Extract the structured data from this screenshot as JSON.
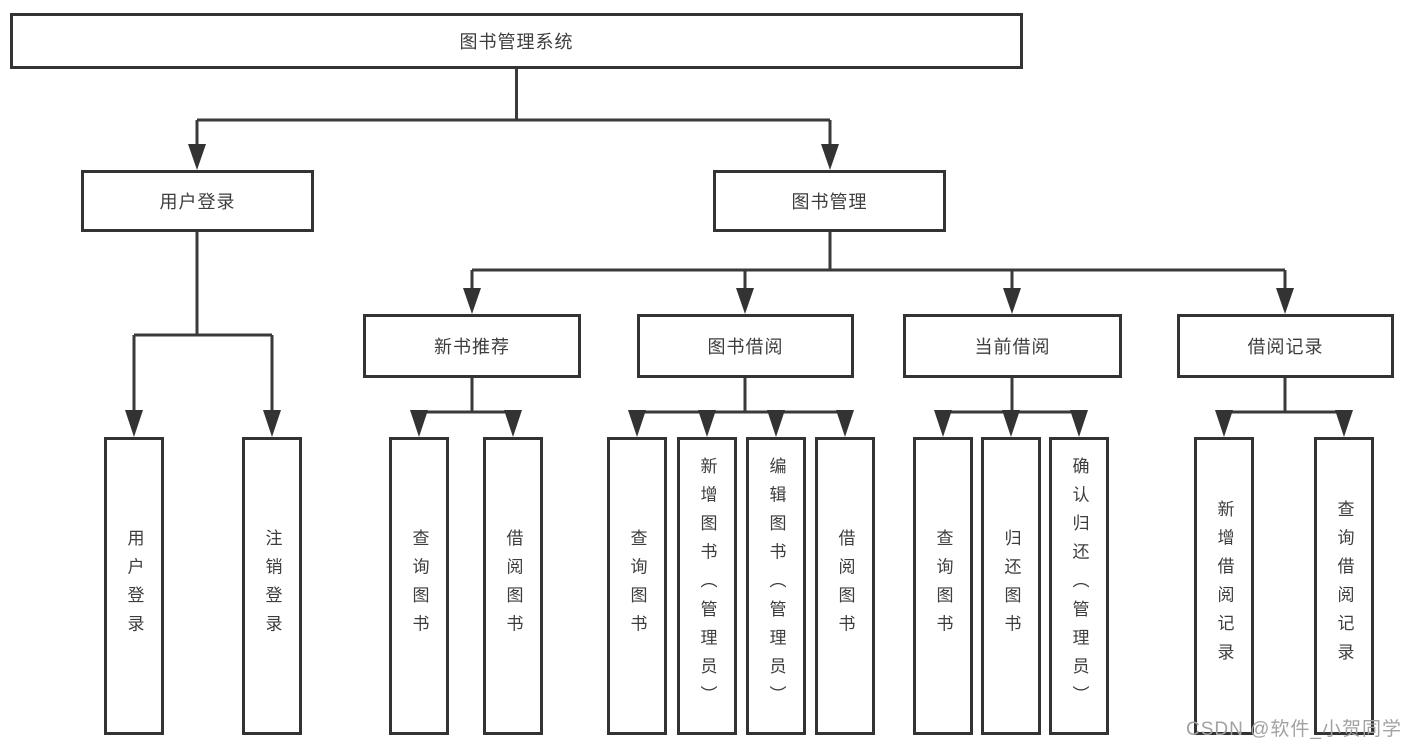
{
  "diagram": {
    "root": "图书管理系统",
    "level2": [
      {
        "label": "用户登录"
      },
      {
        "label": "图书管理"
      }
    ],
    "level3": [
      {
        "label": "新书推荐"
      },
      {
        "label": "图书借阅"
      },
      {
        "label": "当前借阅"
      },
      {
        "label": "借阅记录"
      }
    ],
    "leaves": {
      "user_login": [
        "用户登录",
        "注销登录"
      ],
      "new_book_recommend": [
        "查询图书",
        "借阅图书"
      ],
      "book_borrow": [
        "查询图书",
        "新增图书（管理员）",
        "编辑图书（管理员）",
        "借阅图书"
      ],
      "current_borrow": [
        "查询图书",
        "归还图书",
        "确认归还（管理员）"
      ],
      "borrow_records": [
        "新增借阅记录",
        "查询借阅记录"
      ]
    }
  },
  "watermark": "CSDN @软件_小贺同学"
}
